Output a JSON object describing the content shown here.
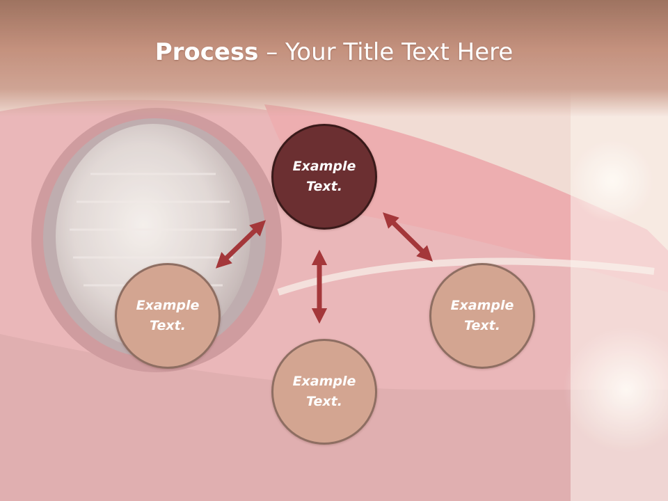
{
  "slide": {
    "title_bold": "Process",
    "title_rest": " – Your Title Text Here"
  },
  "nodes": {
    "center": "Example Text.",
    "left": "Example Text.",
    "bottom": "Example Text.",
    "right": "Example Text."
  },
  "colors": {
    "header_band": "#b9806a",
    "main_circle": "#6b2f31",
    "sub_circle": "#d3a591",
    "arrow": "#a4373a"
  }
}
